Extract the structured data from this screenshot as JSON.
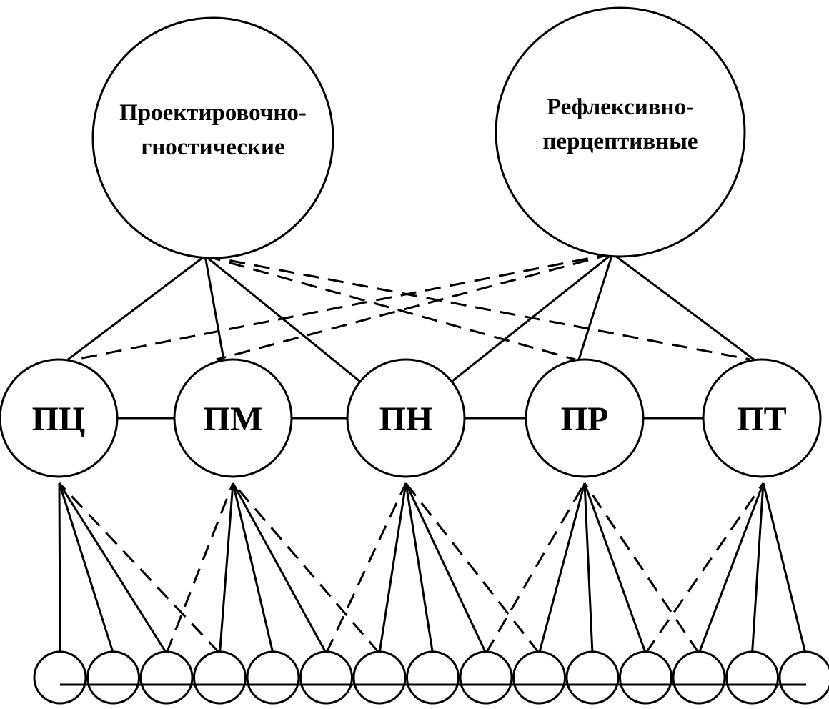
{
  "top_nodes": [
    {
      "id": "design",
      "lines": [
        "Проектировочно-",
        "гностические"
      ]
    },
    {
      "id": "reflex",
      "lines": [
        "Рефлексивно-",
        "перцептивные"
      ]
    }
  ],
  "middle_nodes": [
    {
      "id": "pc",
      "label": "ПЦ"
    },
    {
      "id": "pm",
      "label": "ПМ"
    },
    {
      "id": "pn",
      "label": "ПН"
    },
    {
      "id": "pr",
      "label": "ПР"
    },
    {
      "id": "pt",
      "label": "ПТ"
    }
  ],
  "bottom_node_count": 15,
  "links_top_to_middle": {
    "design": {
      "solid": [
        "pc",
        "pm",
        "pn"
      ],
      "dashed": [
        "pr",
        "pt"
      ]
    },
    "reflex": {
      "solid": [
        "pn",
        "pr",
        "pt"
      ],
      "dashed": [
        "pc",
        "pm"
      ]
    }
  },
  "links_middle_chain": [
    [
      "pc",
      "pm"
    ],
    [
      "pm",
      "pn"
    ],
    [
      "pn",
      "pr"
    ],
    [
      "pr",
      "pt"
    ]
  ],
  "links_bottom_to_middle": {
    "pc": {
      "solid": [
        1,
        2,
        3
      ],
      "dashed": [
        4
      ]
    },
    "pm": {
      "solid": [
        4,
        5,
        6
      ],
      "dashed": [
        3,
        7
      ]
    },
    "pn": {
      "solid": [
        7,
        8,
        9
      ],
      "dashed": [
        6,
        10
      ]
    },
    "pr": {
      "solid": [
        10,
        11,
        12
      ],
      "dashed": [
        9,
        13
      ]
    },
    "pt": {
      "solid": [
        13,
        14,
        15
      ],
      "dashed": [
        12
      ]
    }
  }
}
